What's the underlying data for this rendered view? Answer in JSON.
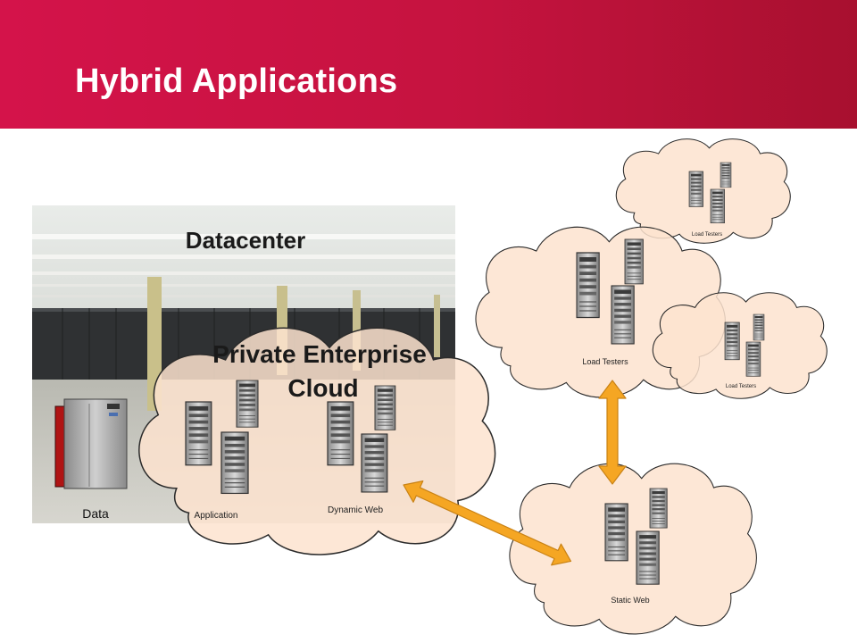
{
  "slide": {
    "title": "Hybrid Applications"
  },
  "diagram": {
    "datacenter_label": "Datacenter",
    "private_cloud_label_line1": "Private Enterprise",
    "private_cloud_label_line2": "Cloud",
    "data_label": "Data",
    "application_label": "Application",
    "dynamic_web_label": "Dynamic Web",
    "load_testers_main_label": "Load Testers",
    "load_testers_top_label": "Load Testers",
    "load_testers_right_label": "Load Testers",
    "static_web_label": "Static Web"
  },
  "colors": {
    "header": "#c8133f",
    "cloud_fill": "#fde3cf",
    "cloud_stroke": "#2b2b2b",
    "arrow": "#f5a623"
  }
}
